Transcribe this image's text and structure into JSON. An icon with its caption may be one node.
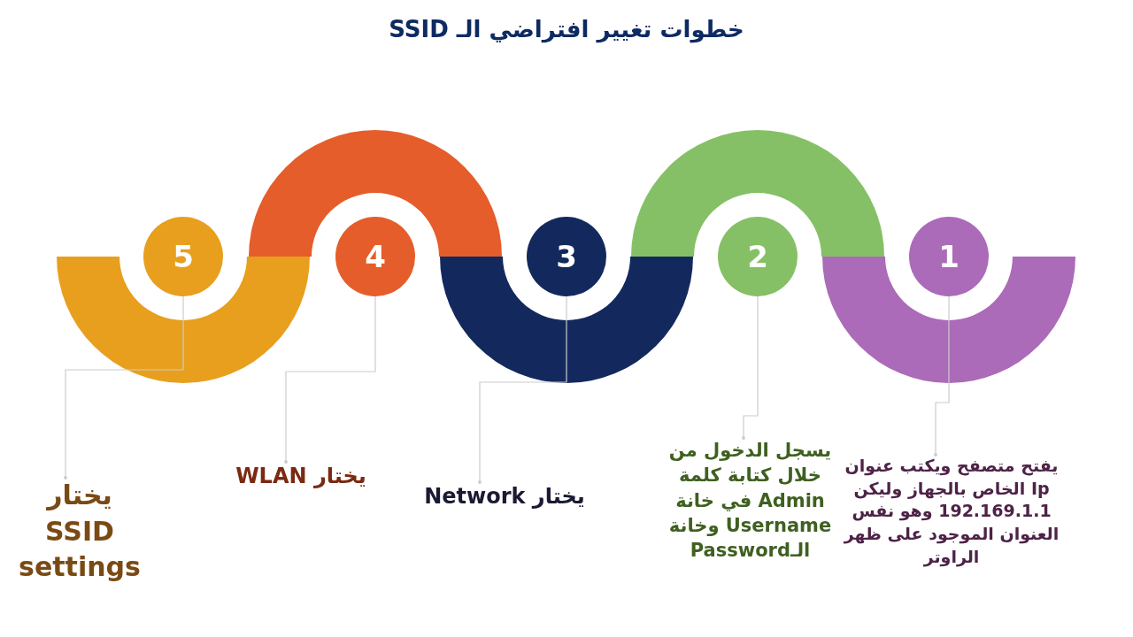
{
  "diagram": {
    "title": "خطوات تغيير افتراضي الـ SSID",
    "nodes": [
      {
        "text": [
          "1"
        ]
      },
      {
        "text": [
          "يفتح متصفح ويكتب عنوان Ip الخاص بالجهاز وليكن 192.169.1.1 وهو نفس العنوان الموجود على ظهر الراوتر"
        ]
      },
      {
        "text": [
          "2"
        ]
      },
      {
        "text": [
          "يسجل الدخول من خلال كتابة كلمة Admin في خانة Username وخانة الـPassword"
        ]
      },
      {
        "text": [
          "3"
        ]
      },
      {
        "text": [
          "يختار Network"
        ]
      },
      {
        "text": [
          "4"
        ]
      },
      {
        "text": [
          "يختار WLAN"
        ]
      },
      {
        "text": [
          "5"
        ]
      },
      {
        "text": [
          "يختار SSID settings"
        ]
      }
    ],
    "edges": [
      {
        "from": 0,
        "to": 1,
        "arrow": "other"
      },
      {
        "from": 2,
        "to": 3,
        "arrow": "other"
      },
      {
        "from": 4,
        "to": 5,
        "arrow": "other"
      },
      {
        "from": 6,
        "to": 7,
        "arrow": "other"
      },
      {
        "from": 8,
        "to": 9,
        "arrow": "other"
      }
    ]
  }
}
